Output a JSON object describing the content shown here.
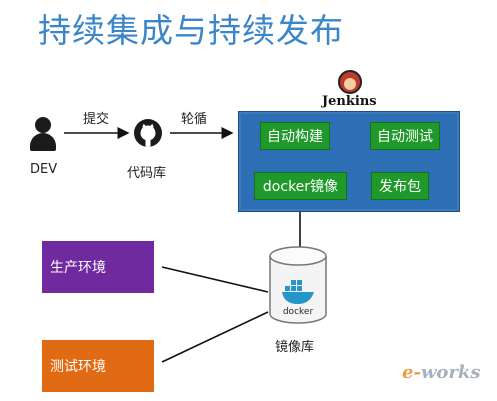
{
  "title": "持续集成与持续发布",
  "dev": {
    "label": "DEV",
    "icon": "user-icon"
  },
  "repo": {
    "label": "代码库",
    "icon": "github-icon"
  },
  "arrows": {
    "commit": "提交",
    "poll": "轮循"
  },
  "jenkins": {
    "name": "Jenkins",
    "icon": "jenkins-logo-icon",
    "color": "#2c6fb4",
    "steps": {
      "build": "自动构建",
      "test": "自动测试",
      "docker_image": "docker镜像",
      "package": "发布包"
    },
    "step_color": "#1f9a2a"
  },
  "registry": {
    "label": "镜像库",
    "logo_text": "docker",
    "icon": "docker-whale-icon"
  },
  "environments": {
    "production": {
      "label": "生产环境",
      "color": "#6f2aa0"
    },
    "test": {
      "label": "测试环境",
      "color": "#e06b14"
    }
  },
  "watermark": {
    "prefix": "e",
    "suffix": "works"
  }
}
